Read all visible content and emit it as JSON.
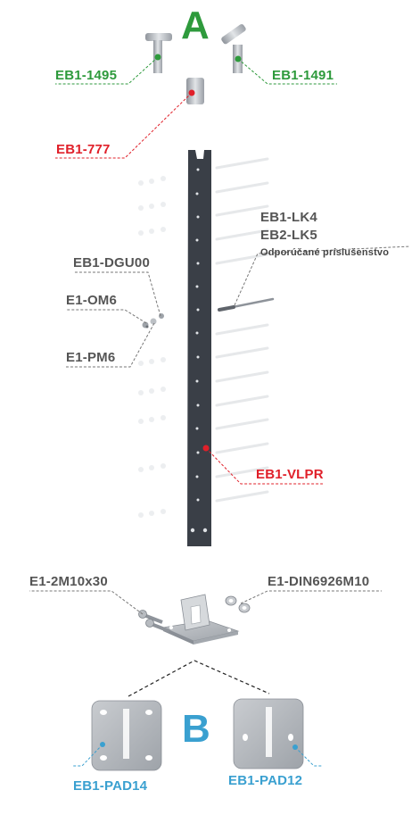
{
  "section_a": {
    "letter": "A"
  },
  "section_b": {
    "letter": "B"
  },
  "labels": {
    "eb1_1495": "EB1-1495",
    "eb1_1491": "EB1-1491",
    "eb1_777": "EB1-777",
    "eb1_lk4": "EB1-LK4",
    "eb2_lk5": "EB2-LK5",
    "recommended": "Odporúčané príslušenstvo",
    "eb1_dgu00": "EB1-DGU00",
    "e1_om6": "E1-OM6",
    "e1_pm6": "E1-PM6",
    "eb1_vlpr": "EB1-VLPR",
    "e1_2m10x30": "E1-2M10x30",
    "e1_din6926m10": "E1-DIN6926M10",
    "eb1_pad14": "EB1-PAD14",
    "eb1_pad12": "EB1-PAD12"
  },
  "colors": {
    "green": "#2e9a3c",
    "red": "#e0202a",
    "blue": "#3aa0d0",
    "gray": "#555555",
    "post": "#3a3f47",
    "metal": "#b8bcc2"
  }
}
